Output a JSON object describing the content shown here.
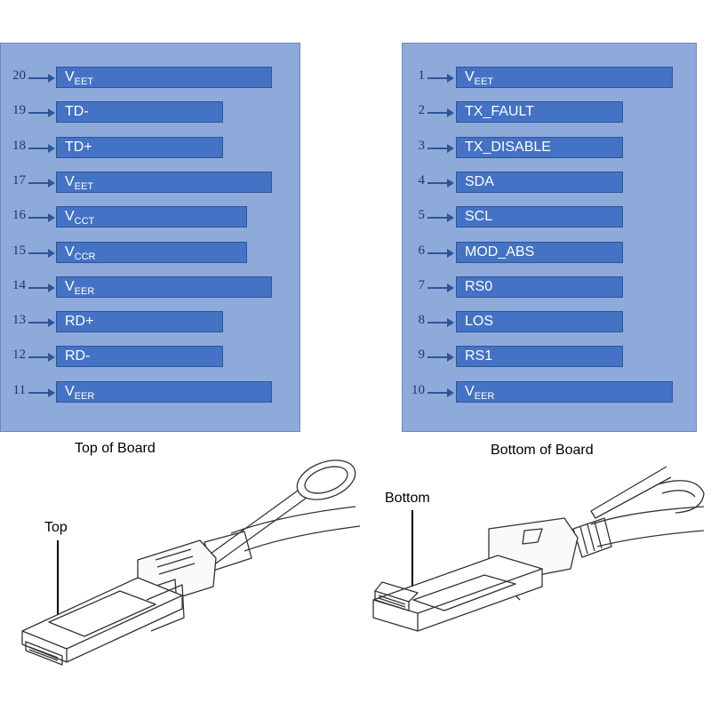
{
  "top_board": {
    "caption": "Top of Board",
    "pins": [
      {
        "num": "20",
        "main": "V",
        "sub": "EET",
        "width": "long"
      },
      {
        "num": "19",
        "main": "TD-",
        "sub": "",
        "width": "short"
      },
      {
        "num": "18",
        "main": "TD+",
        "sub": "",
        "width": "short"
      },
      {
        "num": "17",
        "main": "V",
        "sub": "EET",
        "width": "long"
      },
      {
        "num": "16",
        "main": "V",
        "sub": "CCT",
        "width": "mid"
      },
      {
        "num": "15",
        "main": "V",
        "sub": "CCR",
        "width": "mid"
      },
      {
        "num": "14",
        "main": "V",
        "sub": "EER",
        "width": "long"
      },
      {
        "num": "13",
        "main": "RD+",
        "sub": "",
        "width": "short"
      },
      {
        "num": "12",
        "main": "RD-",
        "sub": "",
        "width": "short"
      },
      {
        "num": "11",
        "main": "V",
        "sub": "EER",
        "width": "long"
      }
    ]
  },
  "bottom_board": {
    "caption": "Bottom of Board",
    "pins": [
      {
        "num": "1",
        "main": "V",
        "sub": "EET",
        "width": "long"
      },
      {
        "num": "2",
        "main": "TX_FAULT",
        "sub": "",
        "width": "short"
      },
      {
        "num": "3",
        "main": "TX_DISABLE",
        "sub": "",
        "width": "short"
      },
      {
        "num": "4",
        "main": "SDA",
        "sub": "",
        "width": "short"
      },
      {
        "num": "5",
        "main": "SCL",
        "sub": "",
        "width": "short"
      },
      {
        "num": "6",
        "main": "MOD_ABS",
        "sub": "",
        "width": "short"
      },
      {
        "num": "7",
        "main": "RS0",
        "sub": "",
        "width": "short"
      },
      {
        "num": "8",
        "main": "LOS",
        "sub": "",
        "width": "short"
      },
      {
        "num": "9",
        "main": "RS1",
        "sub": "",
        "width": "short"
      },
      {
        "num": "10",
        "main": "V",
        "sub": "EER",
        "width": "long"
      }
    ]
  },
  "labels": {
    "top": "Top",
    "bottom": "Bottom"
  },
  "colors": {
    "panel": "#8eaadb",
    "pin_box": "#4472c4",
    "arrow": "#2f5597",
    "pin_number": "#1f3864"
  }
}
